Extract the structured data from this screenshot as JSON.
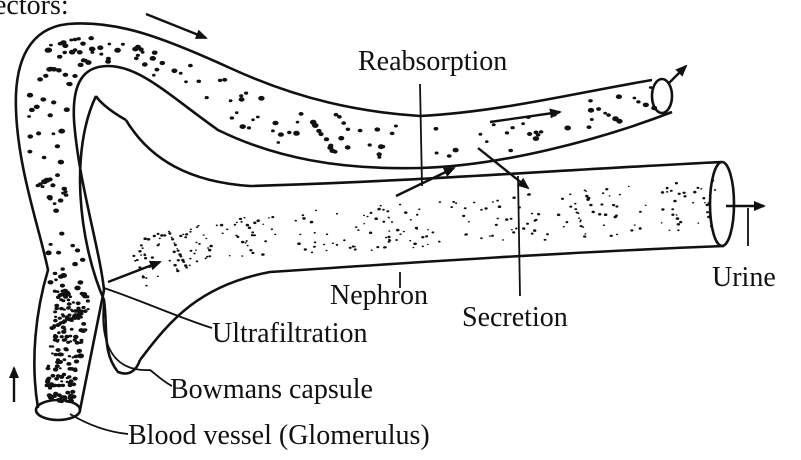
{
  "header": {
    "cut_text": "ectors:"
  },
  "labels": {
    "reabsorption": "Reabsorption",
    "urine": "Urine",
    "nephron": "Nephron",
    "secretion": "Secretion",
    "ultrafiltration": "Ultrafiltration",
    "bowmans_capsule": "Bowmans capsule",
    "blood_vessel": "Blood vessel (Glomerulus)"
  },
  "colors": {
    "ink": "#111111",
    "background": "#ffffff"
  }
}
